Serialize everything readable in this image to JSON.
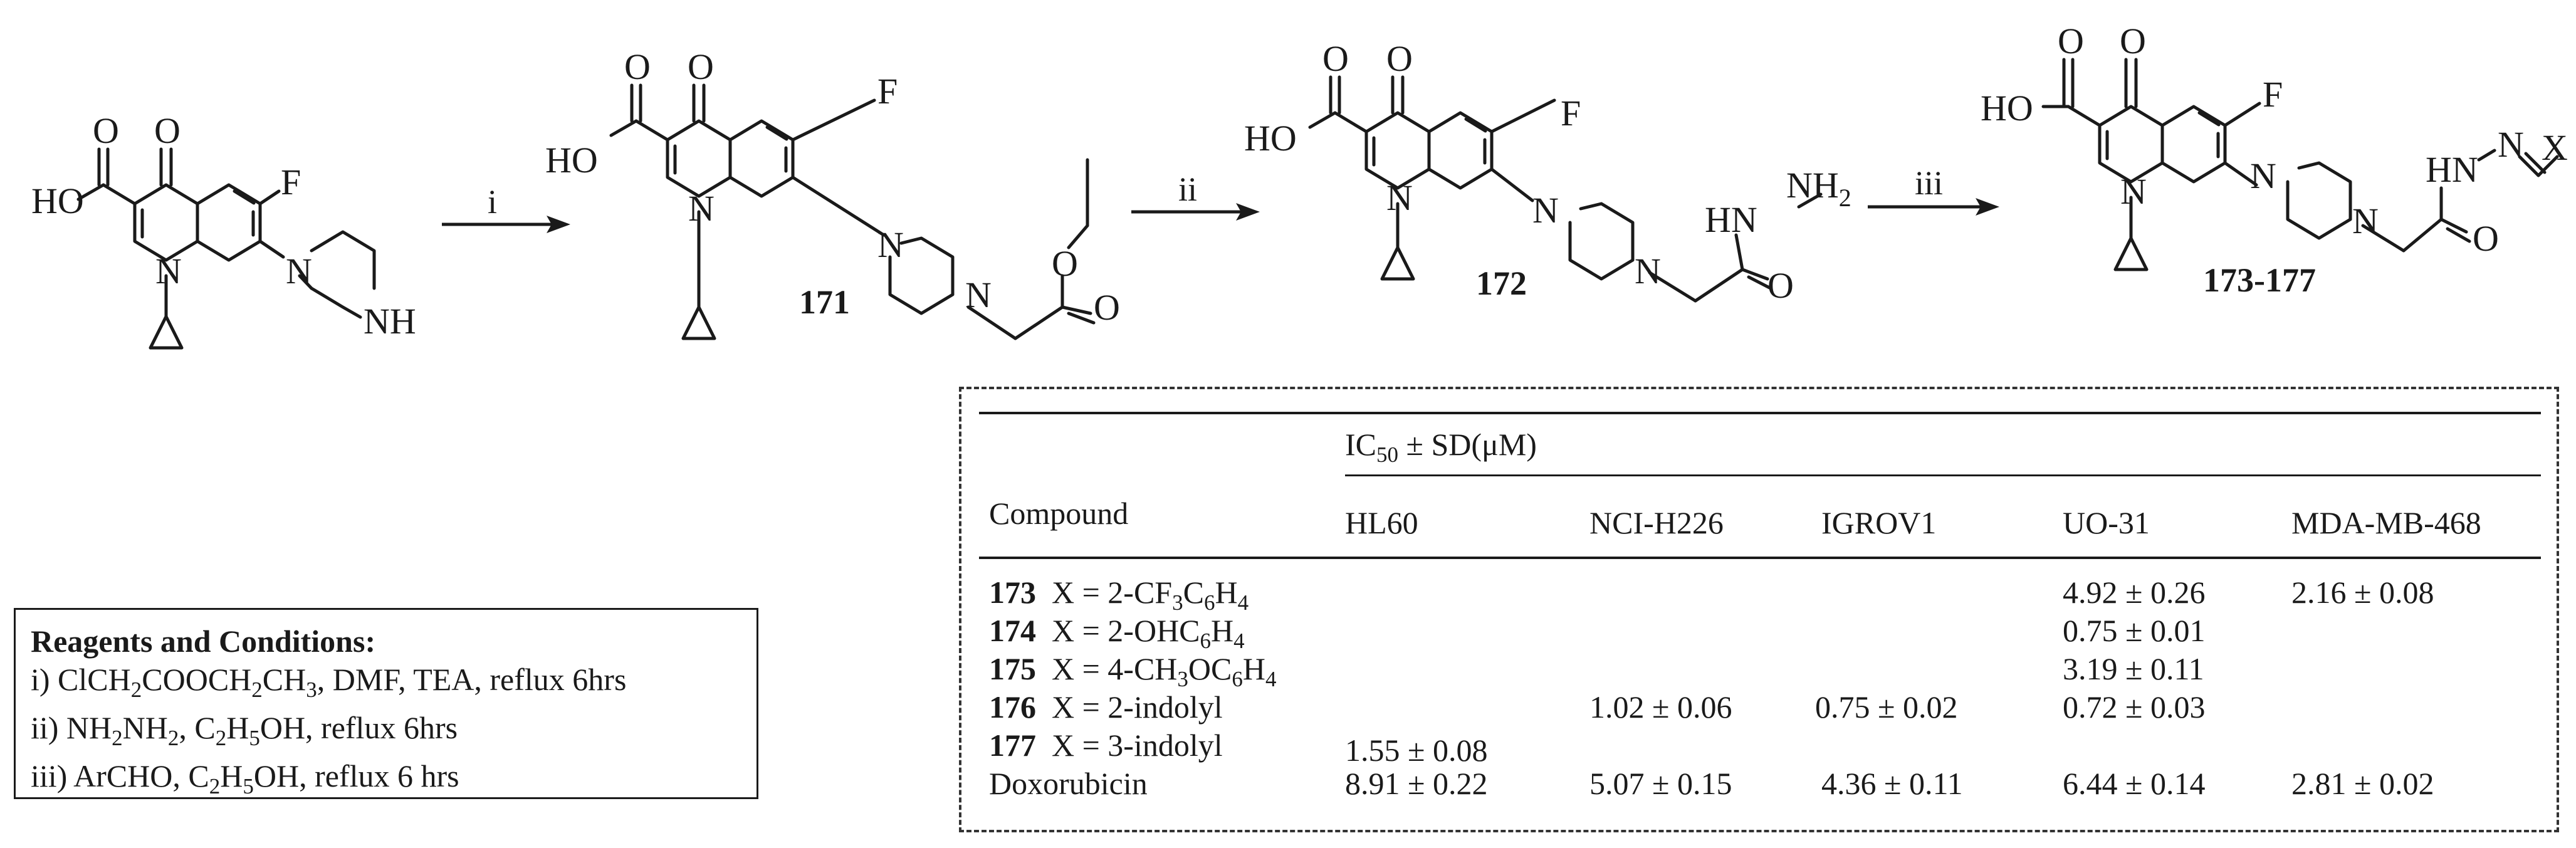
{
  "atoms": {
    "O": "O",
    "HO": "HO",
    "F": "F",
    "N": "N",
    "NH": "NH",
    "HN": "HN",
    "NH2": "NH",
    "NH2_sub": "2",
    "X": "X"
  },
  "compound_labels": {
    "c171": "171",
    "c172": "172",
    "c173_177": "173-177"
  },
  "steps": {
    "i": "i",
    "ii": "ii",
    "iii": "iii"
  },
  "reagents": {
    "title": "Reagents and Conditions:",
    "lines": [
      {
        "pre": "i) ClCH",
        "s1": "2",
        "mid": "COOCH",
        "s2": "2",
        "mid2": "CH",
        "s3": "3",
        "post": ", DMF, TEA, reflux 6hrs"
      },
      {
        "pre": "ii) NH",
        "s1": "2",
        "mid": "NH",
        "s2": "2",
        "mid2": ", C",
        "s3": "2",
        "mid3": "H",
        "s4": "5",
        "post": "OH, reflux 6hrs"
      },
      {
        "pre": "iii) ArCHO, C",
        "s1": "2",
        "mid": "H",
        "s2": "5",
        "post": "OH, reflux 6 hrs"
      }
    ]
  },
  "table": {
    "ic50_pre": "IC",
    "ic50_sub": "50",
    "ic50_post": " ± SD(μM)",
    "compound_header": "Compound",
    "columns": [
      "HL60",
      "NCI-H226",
      "IGROV1",
      "UO-31",
      "MDA-MB-468"
    ],
    "rows": [
      {
        "id": "173",
        "x_pre": "X = 2-CF",
        "x_s1": "3",
        "x_mid": "C",
        "x_s2": "6",
        "x_mid2": "H",
        "x_s3": "4",
        "x_post": "",
        "values": [
          "",
          "",
          "",
          "4.92 ± 0.26",
          "2.16 ± 0.08"
        ]
      },
      {
        "id": "174",
        "x_pre": "X = 2-OHC",
        "x_s1": "6",
        "x_mid": "H",
        "x_s2": "4",
        "x_mid2": "",
        "x_s3": "",
        "x_post": "",
        "values": [
          "",
          "",
          "",
          "0.75 ± 0.01",
          ""
        ]
      },
      {
        "id": "175",
        "x_pre": "X = 4-CH",
        "x_s1": "3",
        "x_mid": "OC",
        "x_s2": "6",
        "x_mid2": "H",
        "x_s3": "4",
        "x_post": "",
        "values": [
          "",
          "",
          "",
          "3.19 ± 0.11",
          ""
        ]
      },
      {
        "id": "176",
        "x_pre": "X = 2-indolyl",
        "x_s1": "",
        "x_mid": "",
        "x_s2": "",
        "x_mid2": "",
        "x_s3": "",
        "x_post": "",
        "values": [
          "",
          "1.02 ± 0.06",
          "0.75 ± 0.02",
          "0.72 ± 0.03",
          ""
        ]
      },
      {
        "id": "177",
        "x_pre": "X = 3-indolyl",
        "x_s1": "",
        "x_mid": "",
        "x_s2": "",
        "x_mid2": "",
        "x_s3": "",
        "x_post": "",
        "values": [
          "1.55 ± 0.08",
          "",
          "",
          "",
          ""
        ]
      }
    ],
    "reference": {
      "name": "Doxorubicin",
      "values": [
        "8.91 ± 0.22",
        "5.07 ± 0.15",
        "4.36 ± 0.11",
        "6.44 ± 0.14",
        "2.81 ± 0.02"
      ]
    }
  }
}
